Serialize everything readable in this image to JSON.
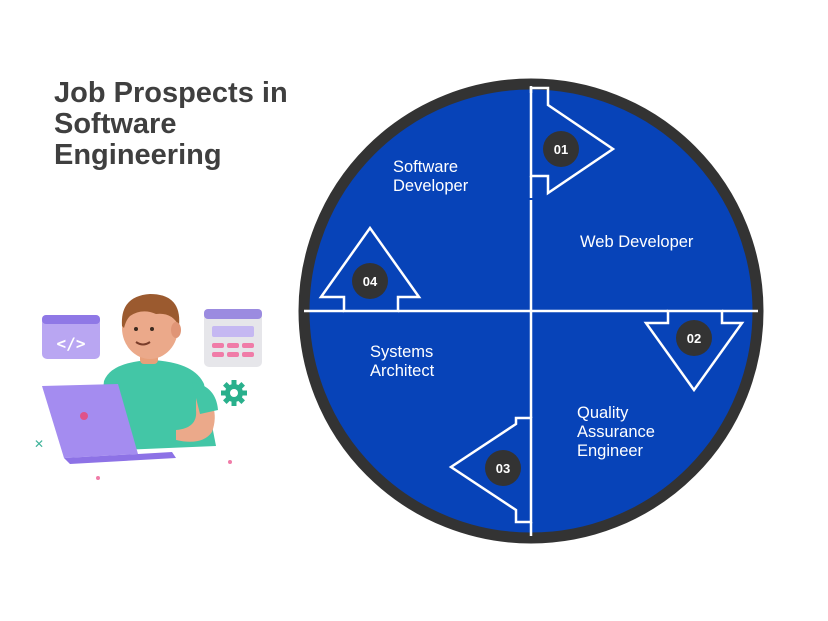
{
  "title": {
    "lines": [
      "Job Prospects in",
      "Software",
      "Engineering"
    ]
  },
  "diagram": {
    "colors": {
      "circle_fill": "#0743b8",
      "circle_ring": "#333333",
      "badge_fill": "#333333",
      "lines": "#ffffff"
    },
    "steps": [
      {
        "number": "01",
        "label": [
          "Software",
          "Developer"
        ]
      },
      {
        "number": "02",
        "label": [
          "Web Developer"
        ]
      },
      {
        "number": "03",
        "label": [
          "Quality",
          "Assurance",
          "Engineer"
        ]
      },
      {
        "number": "04",
        "label": [
          "Systems",
          "Architect"
        ]
      }
    ]
  },
  "illustration": {
    "icons": [
      "code-window-icon",
      "form-window-icon",
      "gear-icon",
      "laptop-icon"
    ]
  }
}
